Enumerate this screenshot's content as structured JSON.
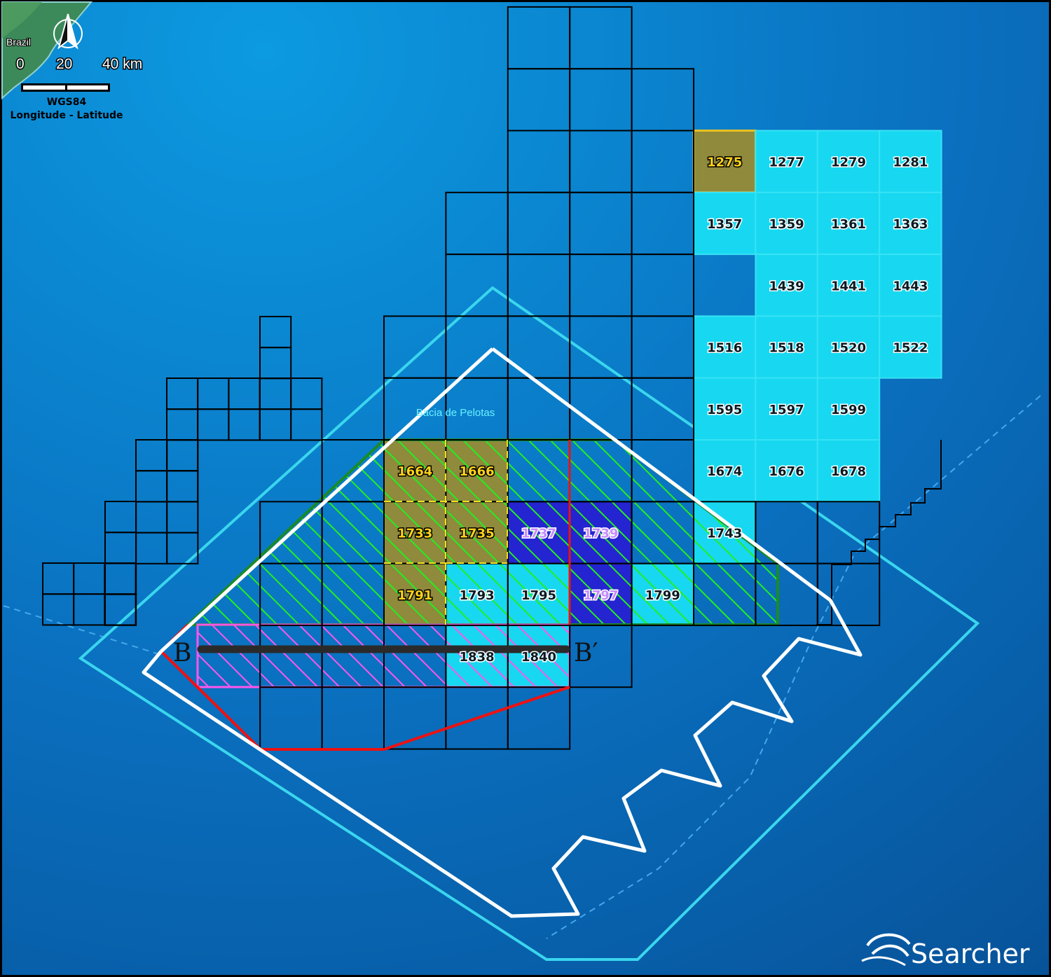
{
  "map": {
    "country_label": "Brazil",
    "scale_labels": [
      "0",
      "20",
      "40 km"
    ],
    "projection_line1": "WGS84",
    "projection_line2": "Longitude - Latitude",
    "basin_label": "Bacia de Pelotas",
    "section_start": "B",
    "section_end": "B′",
    "brand": "Searcher",
    "north_arrow_icon": "north-arrow-icon",
    "brand_icon": "searcher-swirl-icon",
    "colors": {
      "ocean": "#0a78c8",
      "block_available": "#17d8f0",
      "block_offered": "#8f8a3c",
      "block_round": "#2424d0",
      "hatch_green": "#22ee22",
      "hatch_pink": "#ff55ee",
      "outline_red": "#ee1111",
      "outline_white": "#ffffff",
      "outline_cyan": "#3ad6ee"
    }
  },
  "blocks": [
    {
      "id": "1275",
      "style": "olive"
    },
    {
      "id": "1277",
      "style": "cyan"
    },
    {
      "id": "1279",
      "style": "cyan"
    },
    {
      "id": "1281",
      "style": "cyan"
    },
    {
      "id": "1357",
      "style": "cyan"
    },
    {
      "id": "1359",
      "style": "cyan"
    },
    {
      "id": "1361",
      "style": "cyan"
    },
    {
      "id": "1363",
      "style": "cyan"
    },
    {
      "id": "1439",
      "style": "cyan"
    },
    {
      "id": "1441",
      "style": "cyan"
    },
    {
      "id": "1443",
      "style": "cyan"
    },
    {
      "id": "1516",
      "style": "cyan"
    },
    {
      "id": "1518",
      "style": "cyan"
    },
    {
      "id": "1520",
      "style": "cyan"
    },
    {
      "id": "1522",
      "style": "cyan"
    },
    {
      "id": "1595",
      "style": "cyan"
    },
    {
      "id": "1597",
      "style": "cyan"
    },
    {
      "id": "1599",
      "style": "cyan"
    },
    {
      "id": "1674",
      "style": "cyan"
    },
    {
      "id": "1676",
      "style": "cyan"
    },
    {
      "id": "1678",
      "style": "cyan"
    },
    {
      "id": "1664",
      "style": "olive"
    },
    {
      "id": "1666",
      "style": "olive"
    },
    {
      "id": "1733",
      "style": "olive"
    },
    {
      "id": "1735",
      "style": "olive"
    },
    {
      "id": "1737",
      "style": "blue"
    },
    {
      "id": "1739",
      "style": "blue"
    },
    {
      "id": "1743",
      "style": "cyan"
    },
    {
      "id": "1791",
      "style": "olive"
    },
    {
      "id": "1793",
      "style": "cyan"
    },
    {
      "id": "1795",
      "style": "cyan"
    },
    {
      "id": "1797",
      "style": "blue"
    },
    {
      "id": "1799",
      "style": "cyan"
    },
    {
      "id": "1838",
      "style": "cyan"
    },
    {
      "id": "1840",
      "style": "cyan"
    }
  ]
}
